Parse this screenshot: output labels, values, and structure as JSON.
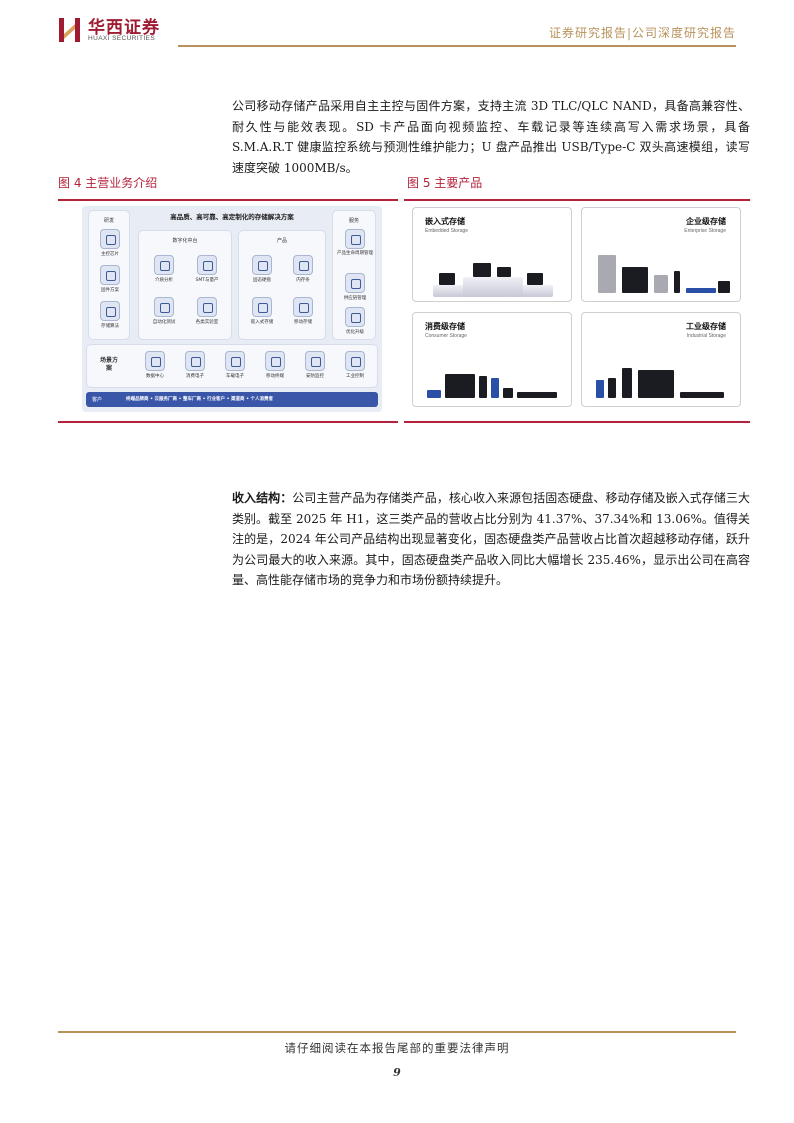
{
  "header": {
    "logo_cn": "华西证券",
    "logo_en": "HUAXI SECURITIES",
    "report_type": "证券研究报告|公司深度研究报告"
  },
  "paragraph1": "公司移动存储产品采用自主主控与固件方案，支持主流 3D TLC/QLC NAND，具备高兼容性、耐久性与能效表现。SD 卡产品面向视频监控、车载记录等连续高写入需求场景，具备 S.M.A.R.T 健康监控系统与预测性维护能力；U 盘产品推出 USB/Type-C 双头高速模组，读写速度突破 1000MB/s。",
  "figure4": {
    "title": "图 4 主营业务介绍",
    "diagram_title": "高品质、高可靠、高定制化的存储解决方案",
    "rd": {
      "label": "研发",
      "items": [
        "主控芯片",
        "固件方案",
        "存储算法"
      ]
    },
    "digital": {
      "label": "数字化中台",
      "items": [
        "介质分析",
        "SMT与量产",
        "自动化测试",
        "各类实验室"
      ]
    },
    "products": {
      "label": "产品",
      "items": [
        "固态硬盘",
        "内存条",
        "嵌入式存储",
        "移动存储"
      ]
    },
    "service": {
      "label": "服务",
      "items": [
        "产品生命周期管理",
        "供应链管理",
        "优化升级"
      ]
    },
    "scenes": {
      "label": "场景方案",
      "items": [
        "数据中心",
        "消费电子",
        "车载电子",
        "移动终端",
        "安防监控",
        "工业控制"
      ]
    },
    "clients": {
      "label": "客户",
      "text": "终端品牌商 • 云服务厂商 • 整车厂商 • 行业客户 • 渠道商 • 个人消费者"
    }
  },
  "figure5": {
    "title": "图 5  主要产品",
    "products": [
      {
        "cn": "嵌入式存储",
        "en": "Embedded Storage"
      },
      {
        "cn": "企业级存储",
        "en": "Enterprise Storage"
      },
      {
        "cn": "消费级存储",
        "en": "Consumer Storage"
      },
      {
        "cn": "工业级存储",
        "en": "Industrial Storage"
      }
    ]
  },
  "paragraph2": {
    "lead": "收入结构：",
    "text": "公司主营产品为存储类产品，核心收入来源包括固态硬盘、移动存储及嵌入式存储三大类别。截至 2025 年 H1，这三类产品的营收占比分别为 41.37%、37.34%和 13.06%。值得关注的是，2024 年公司产品结构出现显著变化，固态硬盘类产品营收占比首次超越移动存储，跃升为公司最大的收入来源。其中，固态硬盘类产品收入同比大幅增长 235.46%，显示出公司在高容量、高性能存储市场的竞争力和市场份额持续提升。"
  },
  "footer": {
    "disclaimer": "请仔细阅读在本报告尾部的重要法律声明",
    "page": "9"
  },
  "colors": {
    "brand": "#9e1b32",
    "gold": "#b8925a",
    "figure_red": "#b3213a",
    "client_bar": "#3a56a8"
  }
}
